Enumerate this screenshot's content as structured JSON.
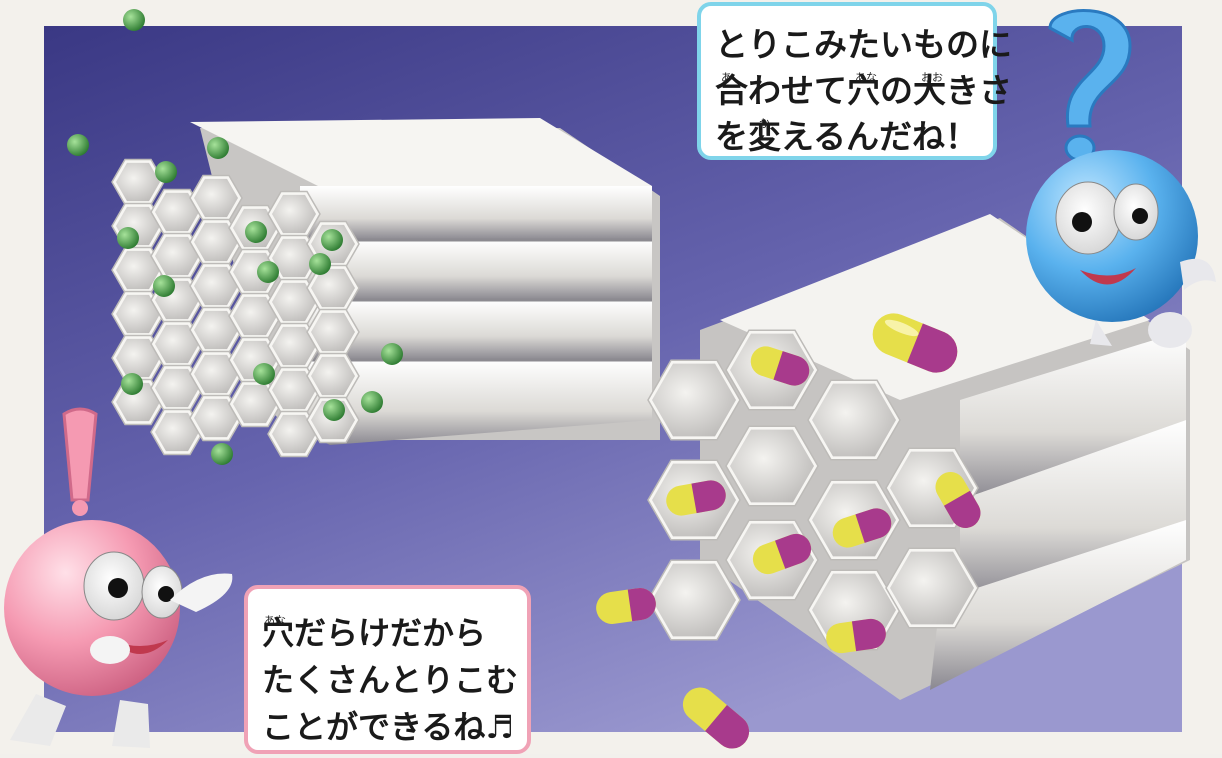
{
  "speech_bubbles": {
    "top_right": {
      "lines": [
        "とりこみたいものに",
        "合わせて穴の大きさ",
        "を変えるんだね！"
      ],
      "furigana": [
        "あ",
        "あな",
        "おお",
        "か"
      ]
    },
    "bottom_left": {
      "lines": [
        "穴だらけだから",
        "たくさんとりこむ",
        "ことができるね♬"
      ],
      "furigana": [
        "あな"
      ]
    }
  },
  "colors": {
    "background_top": "#3c3a86",
    "background_bottom": "#8c8ac6",
    "tube": "#eceae6",
    "pellet": "#4aa64a",
    "capsule_magenta": "#a83a8c",
    "capsule_yellow": "#e6df4a",
    "blue_character": "#4aa6ea",
    "pink_character": "#f28aa6",
    "top_bubble_border": "#7fd4ea",
    "bottom_bubble_border": "#f0a2b6"
  },
  "icons": [
    "question-mark-icon",
    "exclamation-mark-icon"
  ]
}
